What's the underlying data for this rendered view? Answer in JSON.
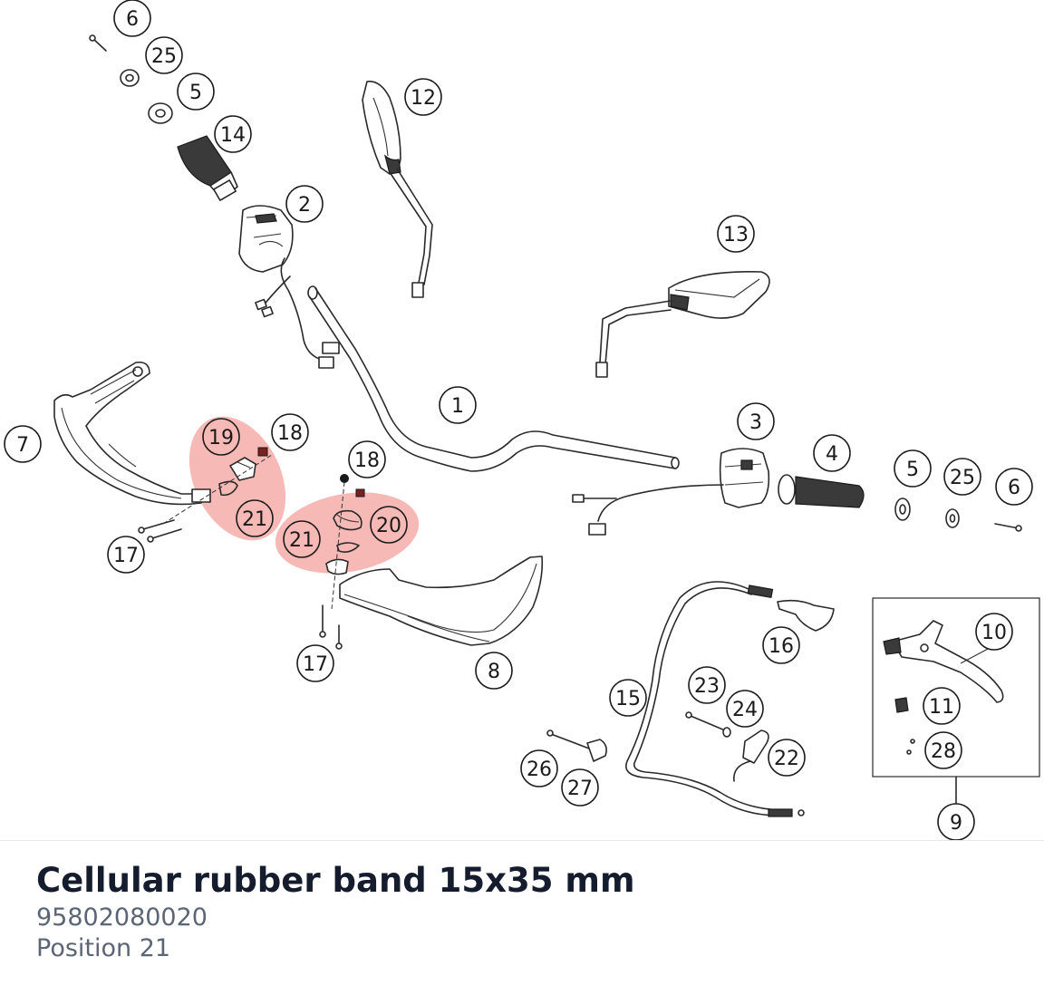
{
  "part": {
    "name": "Cellular rubber band 15x35 mm",
    "number": "95802080020",
    "position": "Position 21"
  },
  "highlight_color": "#f08a84",
  "labels": {
    "l1": "1",
    "l2": "2",
    "l3": "3",
    "l4": "4",
    "l5a": "5",
    "l5b": "5",
    "l6a": "6",
    "l6b": "6",
    "l7": "7",
    "l8": "8",
    "l9": "9",
    "l10": "10",
    "l11": "11",
    "l12": "12",
    "l13": "13",
    "l14": "14",
    "l15": "15",
    "l16": "16",
    "l17a": "17",
    "l17b": "17",
    "l18a": "18",
    "l18b": "18",
    "l19": "19",
    "l20": "20",
    "l21a": "21",
    "l21b": "21",
    "l22": "22",
    "l23": "23",
    "l24": "24",
    "l25a": "25",
    "l25b": "25",
    "l26": "26",
    "l27": "27",
    "l28": "28"
  }
}
